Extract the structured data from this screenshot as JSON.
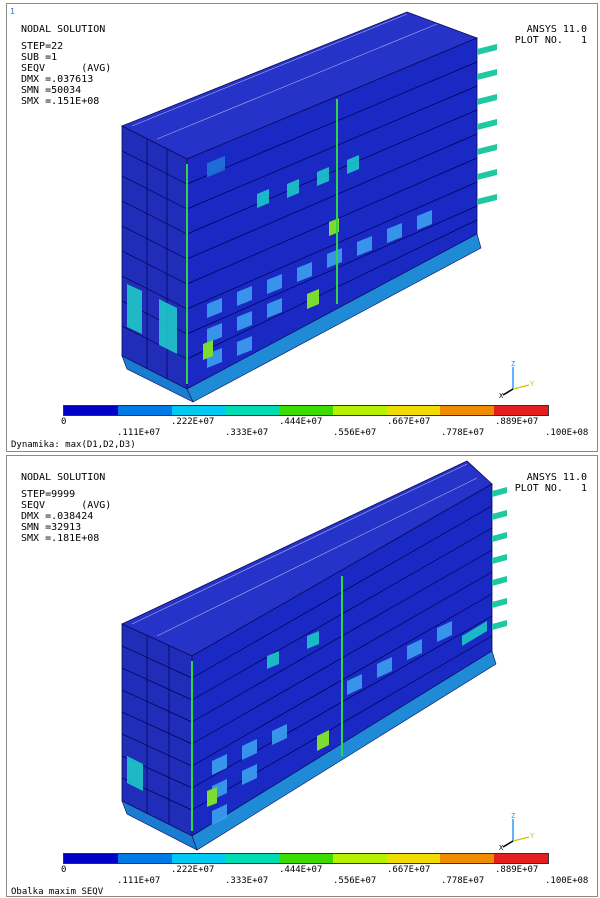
{
  "panels": [
    {
      "title": "NODAL SOLUTION",
      "stats": [
        "STEP=22",
        "SUB =1",
        "SEQV      (AVG)",
        "DMX =.037613",
        "SMN =50034",
        "SMX =.151E+08"
      ],
      "ansys_version": "ANSYS 11.0",
      "plot_no": "PLOT NO.   1",
      "legend_ticks_low": [
        "0",
        ".222E+07",
        ".444E+07",
        ".667E+07",
        ".889E+07"
      ],
      "legend_ticks_high": [
        ".111E+07",
        ".333E+07",
        ".556E+07",
        ".778E+07",
        ".100E+08"
      ],
      "caption": "Dynamika: max(D1,D2,D3)",
      "triad": {
        "x": "X",
        "y": "Y",
        "z": "Z"
      }
    },
    {
      "title": "NODAL SOLUTION",
      "stats": [
        "STEP=9999",
        "SEQV      (AVG)",
        "DMX =.038424",
        "SMN =32913",
        "SMX =.181E+08"
      ],
      "ansys_version": "ANSYS 11.0",
      "plot_no": "PLOT NO.   1",
      "legend_ticks_low": [
        "0",
        ".222E+07",
        ".444E+07",
        ".667E+07",
        ".889E+07"
      ],
      "legend_ticks_high": [
        ".111E+07",
        ".333E+07",
        ".556E+07",
        ".778E+07",
        ".100E+08"
      ],
      "caption": "Obalka maxim SEQV",
      "triad": {
        "x": "X",
        "y": "Y",
        "z": "Z"
      }
    }
  ],
  "colormap": [
    "#0000c8",
    "#0078e6",
    "#00c8f0",
    "#00dcb4",
    "#3cdc00",
    "#b4f000",
    "#f0dc00",
    "#f08c00",
    "#e61e1e"
  ],
  "colors": {
    "base_blue": "#1a1ac8",
    "dark_blue": "#10108c",
    "mid_blue": "#1e64dc",
    "cyan": "#00b4e6",
    "green": "#32c850",
    "light_blue": "#3c8cf0"
  }
}
